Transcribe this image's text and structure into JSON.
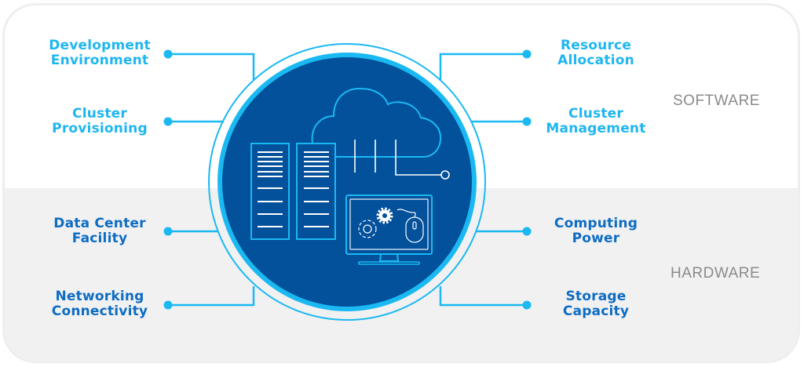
{
  "sections": {
    "software": "SOFTWARE",
    "hardware": "HARDWARE"
  },
  "software_items": {
    "left": [
      {
        "line1": "Development",
        "line2": "Environment"
      },
      {
        "line1": "Cluster",
        "line2": "Provisioning"
      }
    ],
    "right": [
      {
        "line1": "Resource",
        "line2": "Allocation"
      },
      {
        "line1": "Cluster",
        "line2": "Management"
      }
    ]
  },
  "hardware_items": {
    "left": [
      {
        "line1": "Data Center",
        "line2": "Facility"
      },
      {
        "line1": "Networking",
        "line2": "Connectivity"
      }
    ],
    "right": [
      {
        "line1": "Computing",
        "line2": "Power"
      },
      {
        "line1": "Storage",
        "line2": "Capacity"
      }
    ]
  },
  "colors": {
    "software_label": "#1fb6f0",
    "hardware_label": "#0d6cc3",
    "accent": "#1ab9f2",
    "disk": "#03509b",
    "hardware_band": "#f1f1f2",
    "section_label": "#8a8a8a"
  },
  "icons": [
    "server-rack-icon",
    "server-rack-icon",
    "cloud-icon",
    "network-lines-icon",
    "monitor-icon",
    "gears-icon",
    "mouse-icon"
  ]
}
